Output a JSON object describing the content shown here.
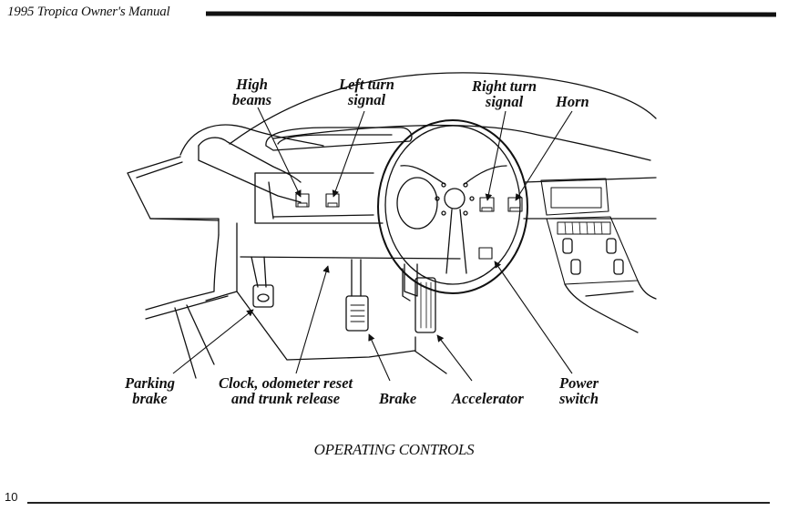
{
  "header": {
    "title": "1995 Tropica Owner's Manual"
  },
  "diagram": {
    "labels": {
      "high_beams": [
        "High",
        "beams"
      ],
      "left_turn_signal": [
        "Left turn",
        "signal"
      ],
      "right_turn_signal": [
        "Right turn",
        "signal"
      ],
      "horn": [
        "Horn"
      ],
      "parking_brake": [
        "Parking",
        "brake"
      ],
      "clock_odometer": [
        "Clock, odometer reset",
        "and trunk release"
      ],
      "brake": [
        "Brake"
      ],
      "accelerator": [
        "Accelerator"
      ],
      "power_switch": [
        "Power",
        "switch"
      ]
    }
  },
  "caption": "OPERATING CONTROLS",
  "footer": {
    "page_number": "10"
  }
}
